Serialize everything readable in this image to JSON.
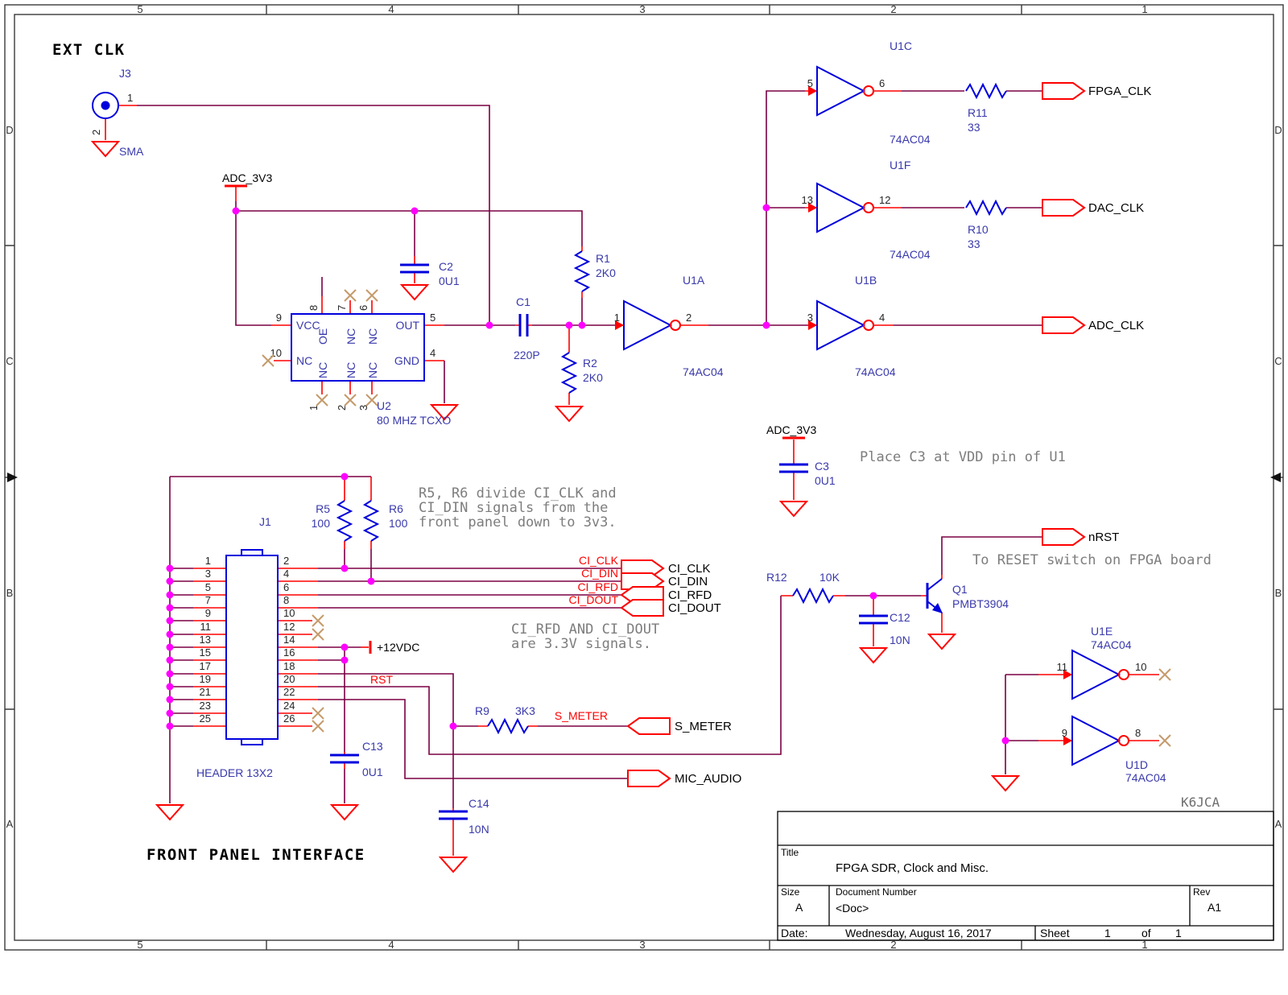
{
  "sheet": {
    "cols": [
      "5",
      "4",
      "3",
      "2",
      "1"
    ],
    "rows": [
      "D",
      "C",
      "B",
      "A"
    ]
  },
  "headers": {
    "ext_clk": "EXT CLK",
    "front_panel": "FRONT PANEL INTERFACE",
    "author": "K6JCA"
  },
  "title_block": {
    "title_label": "Title",
    "title": "FPGA SDR, Clock and Misc.",
    "size_label": "Size",
    "size": "A",
    "doc_label": "Document Number",
    "doc": "<Doc>",
    "rev_label": "Rev",
    "rev": "A1",
    "date_label": "Date:",
    "date": "Wednesday, August 16, 2017",
    "sheet_label": "Sheet",
    "sheet_num": "1",
    "of": "of",
    "sheet_total": "1"
  },
  "notes": {
    "divider1": "R5, R6 divide CI_CLK and",
    "divider2": "CI_DIN signals from the",
    "divider3": "front panel down to 3v3.",
    "levels1": "CI_RFD AND CI_DOUT",
    "levels2": "are 3.3V signals.",
    "c3": "Place C3 at VDD pin of U1",
    "reset": "To RESET switch on FPGA board"
  },
  "power": {
    "adc3v3": "ADC_3V3",
    "p12": "+12VDC"
  },
  "ports": {
    "fpga_clk": "FPGA_CLK",
    "dac_clk": "DAC_CLK",
    "adc_clk": "ADC_CLK",
    "nrst": "nRST",
    "ci_clk": "CI_CLK",
    "ci_din": "CI_DIN",
    "ci_rfd": "CI_RFD",
    "ci_dout": "CI_DOUT",
    "s_meter": "S_METER",
    "mic_audio": "MIC_AUDIO"
  },
  "nets": {
    "ci_clk": "CI_CLK",
    "ci_din": "CI_DIN",
    "ci_rfd": "CI_RFD",
    "ci_dout": "CI_DOUT",
    "rst": "RST",
    "s_meter": "S_METER"
  },
  "j3": {
    "ref": "J3",
    "value": "SMA",
    "p1": "1",
    "p2": "2"
  },
  "u2": {
    "ref": "U2",
    "value": "80 MHZ TCXO",
    "vcc": "VCC",
    "oe": "OE",
    "nc": "NC",
    "out": "OUT",
    "gnd": "GND",
    "n9": "9",
    "n8": "8",
    "n7": "7",
    "n6": "6",
    "n5": "5",
    "n10": "10",
    "n1": "1",
    "n2": "2",
    "n3": "3",
    "n4": "4"
  },
  "u1": {
    "part": "74AC04",
    "a": "U1A",
    "b": "U1B",
    "c": "U1C",
    "d": "U1D",
    "e": "U1E",
    "f": "U1F",
    "a_in": "1",
    "a_out": "2",
    "b_in": "3",
    "b_out": "4",
    "c_in": "5",
    "c_out": "6",
    "f_in": "13",
    "f_out": "12",
    "e_in": "11",
    "e_out": "10",
    "d_in": "9",
    "d_out": "8"
  },
  "r": {
    "r1": {
      "ref": "R1",
      "val": "2K0"
    },
    "r2": {
      "ref": "R2",
      "val": "2K0"
    },
    "r5": {
      "ref": "R5",
      "val": "100"
    },
    "r6": {
      "ref": "R6",
      "val": "100"
    },
    "r9": {
      "ref": "R9",
      "val": "3K3"
    },
    "r10": {
      "ref": "R10",
      "val": "33"
    },
    "r11": {
      "ref": "R11",
      "val": "33"
    },
    "r12": {
      "ref": "R12",
      "val": "10K"
    }
  },
  "c": {
    "c1": {
      "ref": "C1",
      "val": "220P"
    },
    "c2": {
      "ref": "C2",
      "val": "0U1"
    },
    "c3": {
      "ref": "C3",
      "val": "0U1"
    },
    "c12": {
      "ref": "C12",
      "val": "10N"
    },
    "c13": {
      "ref": "C13",
      "val": "0U1"
    },
    "c14": {
      "ref": "C14",
      "val": "10N"
    }
  },
  "q1": {
    "ref": "Q1",
    "val": "PMBT3904"
  },
  "j1": {
    "ref": "J1",
    "value": "HEADER 13X2",
    "pins": [
      "1",
      "2",
      "3",
      "4",
      "5",
      "6",
      "7",
      "8",
      "9",
      "10",
      "11",
      "12",
      "13",
      "14",
      "15",
      "16",
      "17",
      "18",
      "19",
      "20",
      "21",
      "22",
      "23",
      "24",
      "25",
      "26"
    ]
  }
}
